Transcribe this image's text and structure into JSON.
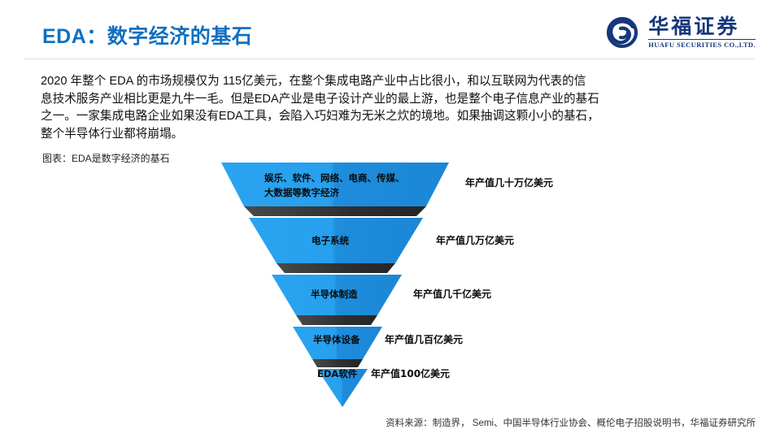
{
  "header": {
    "title": "EDA：数字经济的基石",
    "title_color": "#1070c0",
    "logo": {
      "icon": "spiral-logo-icon",
      "name_cn": "华福证券",
      "name_en": "HUAFU SECURITIES CO.,LTD.",
      "color": "#16377c"
    }
  },
  "body": {
    "line1": "2020 年整个 EDA 的市场规模仅为 115亿美元，在整个集成电路产业中占比很小，和以互联网为代表的信",
    "line2": "息技术服务产业相比更是九牛一毛。但是EDA产业是电子设计产业的最上游，也是整个电子信息产业的基石",
    "line3": "之一。一家集成电路企业如果没有EDA工具，会陷入巧妇难为无米之炊的境地。如果抽调这颗小小的基石，",
    "line4": "整个半导体行业都将崩塌。"
  },
  "figure": {
    "caption": "图表：EDA是数字经济的基石",
    "source": "资料来源：制造界， Semi、中国半导体行业协会、概伦电子招股说明书，华福证券研究所"
  },
  "chart_data": {
    "type": "funnel",
    "title": "EDA是数字经济的基石",
    "orientation": "inverted-pyramid",
    "accent_color": "#1f9ae8",
    "shadow_color": "#333333",
    "stages": [
      {
        "id": "digital-economy",
        "label_line1": "娱乐、软件、网络、电商、传媒、",
        "label_line2": "大数据等数字经济",
        "value_label": "年产值几十万亿美元",
        "magnitude_usd": "几十万亿美元",
        "rank": 1
      },
      {
        "id": "electronic-systems",
        "label_line1": "电子系统",
        "label_line2": "",
        "value_label": "年产值几万亿美元",
        "magnitude_usd": "几万亿美元",
        "rank": 2
      },
      {
        "id": "semiconductor-manufacturing",
        "label_line1": "半导体制造",
        "label_line2": "",
        "value_label": "年产值几千亿美元",
        "magnitude_usd": "几千亿美元",
        "rank": 3
      },
      {
        "id": "semiconductor-equipment",
        "label_line1": "半导体设备",
        "label_line2": "",
        "value_label": "年产值几百亿美元",
        "magnitude_usd": "几百亿美元",
        "rank": 4
      },
      {
        "id": "eda-software",
        "label_line1": "EDA软件",
        "label_line2": "",
        "value_label": "年产值100亿美元",
        "magnitude_usd": "100亿美元",
        "rank": 5
      }
    ]
  }
}
